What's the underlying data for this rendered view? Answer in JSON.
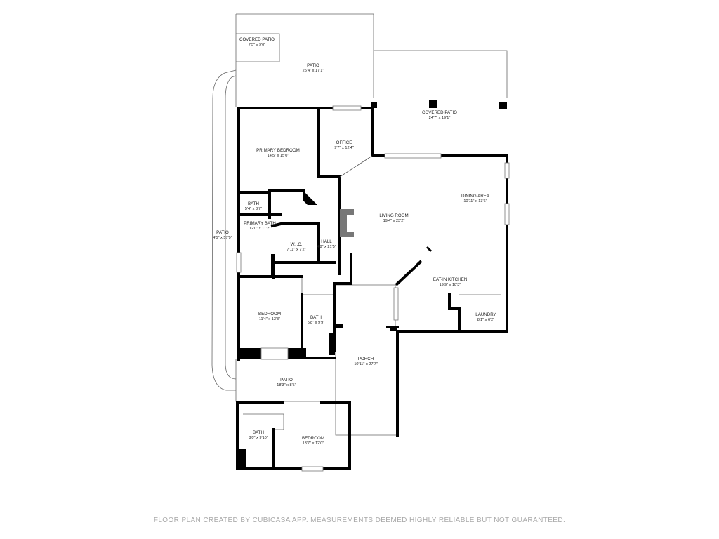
{
  "floor_plan": {
    "rooms": [
      {
        "id": "covered-patio-top",
        "name": "COVERED PATIO",
        "dims": "7'5\" x 9'0\""
      },
      {
        "id": "patio-top",
        "name": "PATIO",
        "dims": "25'4\" x 17'1\""
      },
      {
        "id": "covered-patio-right",
        "name": "COVERED PATIO",
        "dims": "24'7\" x 19'1\""
      },
      {
        "id": "primary-bedroom",
        "name": "PRIMARY BEDROOM",
        "dims": "14'5\" x 15'0\""
      },
      {
        "id": "office",
        "name": "OFFICE",
        "dims": "9'7\" x 12'4\""
      },
      {
        "id": "dining-area",
        "name": "DINING AREA",
        "dims": "10'11\" x 13'6\""
      },
      {
        "id": "bath-small",
        "name": "BATH",
        "dims": "5'4\" x 3'7\""
      },
      {
        "id": "living-room",
        "name": "LIVING ROOM",
        "dims": "19'4\" x 23'2\""
      },
      {
        "id": "primary-bath",
        "name": "PRIMARY BATH",
        "dims": "12'0\" x 11'2\""
      },
      {
        "id": "patio-side",
        "name": "PATIO",
        "dims": "4'5\" x 57'9\""
      },
      {
        "id": "hall",
        "name": "HALL",
        "dims": "4'8\" x 21'5\""
      },
      {
        "id": "wic",
        "name": "W.I.C.",
        "dims": "7'11\" x 7'2\""
      },
      {
        "id": "eat-in-kitchen",
        "name": "EAT-IN KITCHEN",
        "dims": "19'9\" x 18'3\""
      },
      {
        "id": "laundry",
        "name": "LAUNDRY",
        "dims": "8'1\" x 6'2\""
      },
      {
        "id": "bedroom-mid",
        "name": "BEDROOM",
        "dims": "11'4\" x 13'3\""
      },
      {
        "id": "bath-mid",
        "name": "BATH",
        "dims": "5'8\" x 9'9\""
      },
      {
        "id": "porch",
        "name": "PORCH",
        "dims": "10'11\" x 27'7\""
      },
      {
        "id": "patio-bottom",
        "name": "PATIO",
        "dims": "18'3\" x 8'5\""
      },
      {
        "id": "bath-bottom",
        "name": "BATH",
        "dims": "8'0\" x 9'10\""
      },
      {
        "id": "bedroom-bottom",
        "name": "BEDROOM",
        "dims": "13'7\" x 12'0\""
      }
    ],
    "wall_color": "#000000",
    "thin_line_color": "#555555"
  },
  "footer": {
    "disclaimer": "FLOOR PLAN CREATED BY CUBICASA APP. MEASUREMENTS DEEMED HIGHLY RELIABLE BUT NOT GUARANTEED."
  }
}
